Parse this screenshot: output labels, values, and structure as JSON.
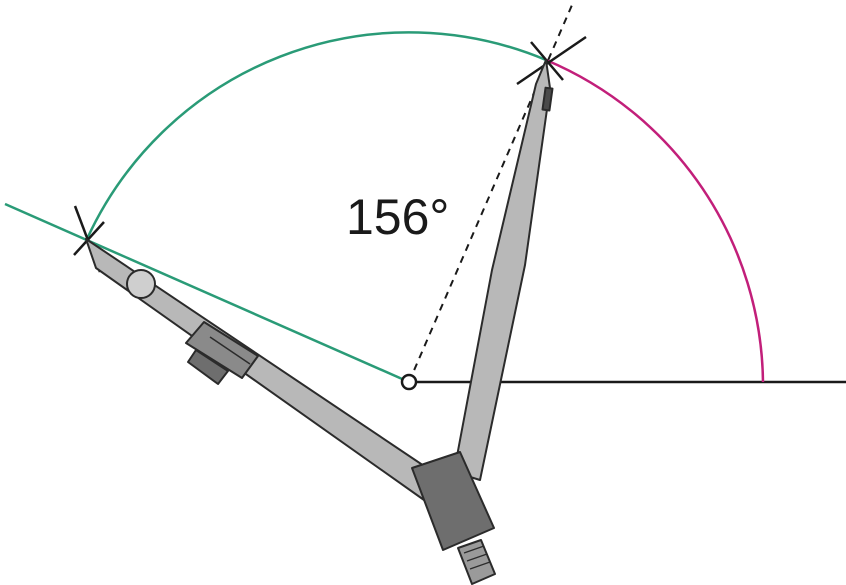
{
  "diagram": {
    "angle_label": "156°",
    "colors": {
      "background": "#ffffff",
      "arc_green": "#2a9b77",
      "arc_magenta": "#c21f7a",
      "baseline": "#1a1a1a",
      "compass_light": "#b8b8b8",
      "compass_dark": "#6e6e6e",
      "outline": "#2b2b2b"
    },
    "elements": [
      "baseline",
      "green-arc",
      "magenta-arc",
      "green-ray",
      "dashed-ray",
      "center-point",
      "compass"
    ]
  }
}
